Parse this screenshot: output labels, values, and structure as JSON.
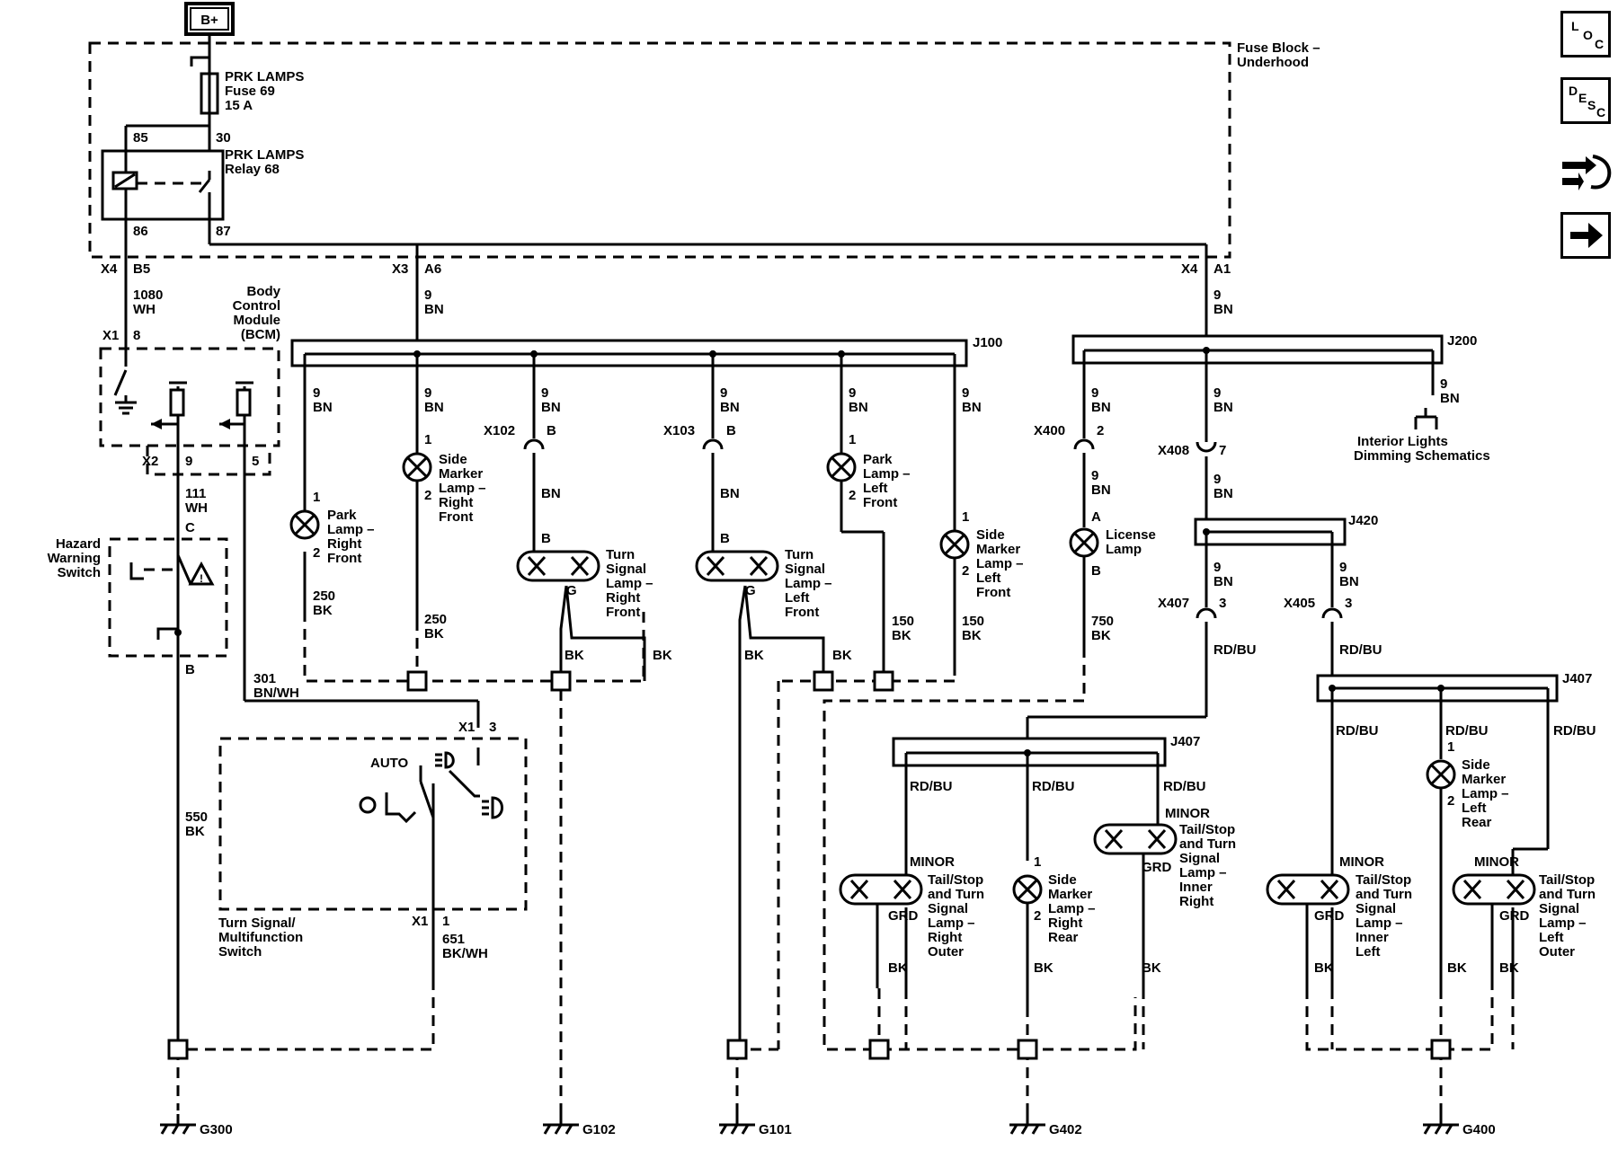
{
  "power": {
    "source": "B+"
  },
  "fuse_block": {
    "line1": "Fuse Block –",
    "line2": "Underhood"
  },
  "fuse": {
    "line1": "PRK LAMPS",
    "line2": "Fuse 69",
    "line3": "15 A"
  },
  "relay": {
    "line1": "PRK LAMPS",
    "line2": "Relay 68",
    "pin85": "85",
    "pin30": "30",
    "pin86": "86",
    "pin87": "87"
  },
  "bcm": {
    "line1": "Body",
    "line2": "Control",
    "line3": "Module",
    "line4": "(BCM)"
  },
  "connectors": {
    "x4b5": [
      "X4",
      "B5"
    ],
    "x3a6": [
      "X3",
      "A6"
    ],
    "x4a1": [
      "X4",
      "A1"
    ],
    "x1_8": [
      "X1",
      "8"
    ],
    "x2": "X2",
    "x2_9": "9",
    "x2_5": "5",
    "x102": [
      "X102",
      "B"
    ],
    "x103": [
      "X103",
      "B"
    ],
    "x400": [
      "X400",
      "2"
    ],
    "x408": [
      "X408",
      "7"
    ],
    "x407": [
      "X407",
      "3"
    ],
    "x405": [
      "X405",
      "3"
    ],
    "x1_3": [
      "X1",
      "3"
    ],
    "x1_1": [
      "X1",
      "1"
    ]
  },
  "splices": {
    "j100": "J100",
    "j200": "J200",
    "j420": "J420",
    "j407a": "J407",
    "j407b": "J407"
  },
  "wires": {
    "w1080": [
      "1080",
      "WH"
    ],
    "w9bn": [
      "9",
      "BN"
    ],
    "w111": [
      "111",
      "WH"
    ],
    "w301": [
      "301",
      "BN/WH"
    ],
    "w550": [
      "550",
      "BK"
    ],
    "w651": [
      "651",
      "BK/WH"
    ],
    "w250": [
      "250",
      "BK"
    ],
    "w150": [
      "150",
      "BK"
    ],
    "w750": [
      "750",
      "BK"
    ],
    "bn": "BN",
    "bk": "BK",
    "rdbu": "RD/BU"
  },
  "hazard": {
    "line1": "Hazard",
    "line2": "Warning",
    "line3": "Switch",
    "pinC": "C",
    "pinB": "B"
  },
  "turn_switch": {
    "line1": "Turn Signal/",
    "line2": "Multifunction",
    "line3": "Switch",
    "auto": "AUTO"
  },
  "interior": {
    "line1": "Interior Lights",
    "line2": "Dimming Schematics"
  },
  "lamps": {
    "park_rf": [
      "Park",
      "Lamp –",
      "Right",
      "Front"
    ],
    "side_rf": [
      "Side",
      "Marker",
      "Lamp –",
      "Right",
      "Front"
    ],
    "turn_rf": [
      "Turn",
      "Signal",
      "Lamp –",
      "Right",
      "Front"
    ],
    "turn_lf": [
      "Turn",
      "Signal",
      "Lamp –",
      "Left",
      "Front"
    ],
    "park_lf": [
      "Park",
      "Lamp –",
      "Left",
      "Front"
    ],
    "side_lf": [
      "Side",
      "Marker",
      "Lamp –",
      "Left",
      "Front"
    ],
    "license": [
      "License",
      "Lamp"
    ],
    "tail_ro": [
      "Tail/Stop",
      "and Turn",
      "Signal",
      "Lamp –",
      "Right",
      "Outer"
    ],
    "side_rr": [
      "Side",
      "Marker",
      "Lamp –",
      "Right",
      "Rear"
    ],
    "tail_ir": [
      "Tail/Stop",
      "and Turn",
      "Signal",
      "Lamp –",
      "Inner",
      "Right"
    ],
    "tail_il": [
      "Tail/Stop",
      "and Turn",
      "Signal",
      "Lamp –",
      "Inner",
      "Left"
    ],
    "side_lr": [
      "Side",
      "Marker",
      "Lamp –",
      "Left",
      "Rear"
    ],
    "tail_lo": [
      "Tail/Stop",
      "and Turn",
      "Signal",
      "Lamp –",
      "Left",
      "Outer"
    ]
  },
  "pins": {
    "p1": "1",
    "p2": "2",
    "pA": "A",
    "pB": "B",
    "pG": "G",
    "minor": "MINOR",
    "grd": "GRD"
  },
  "grounds": [
    "G300",
    "G102",
    "G101",
    "G402",
    "G400"
  ],
  "nav": {
    "loc": [
      "L",
      "O",
      "C"
    ],
    "desc": [
      "D",
      "E",
      "S",
      "C"
    ],
    "icons": [
      "loc-icon",
      "desc-icon",
      "connector-icon",
      "arrow-right-icon"
    ]
  }
}
